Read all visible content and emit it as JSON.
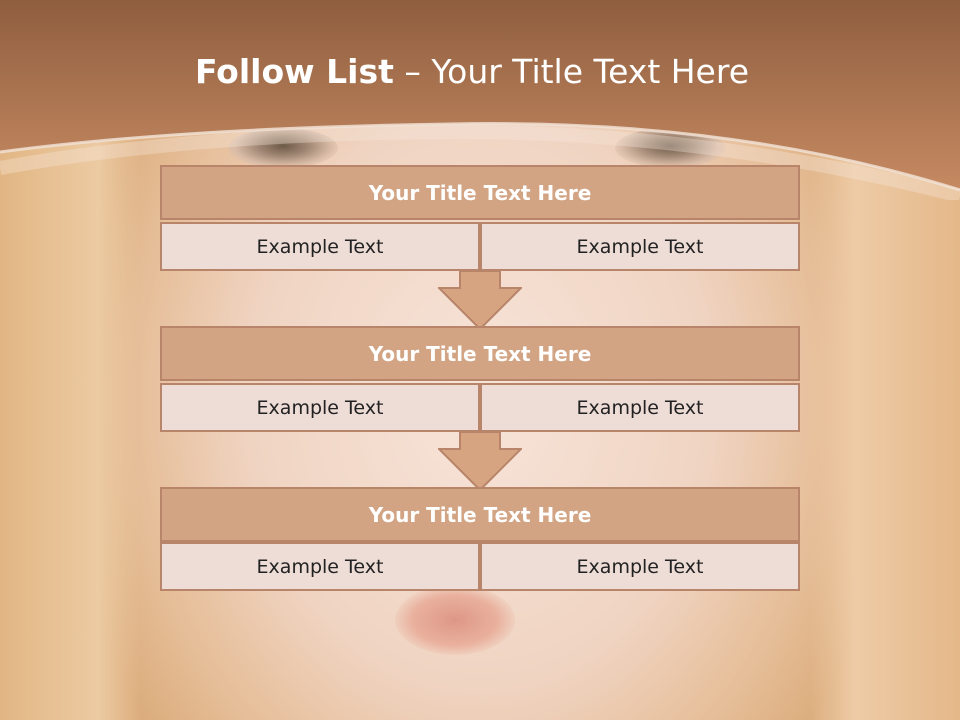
{
  "slide": {
    "title_bold": "Follow List",
    "title_rest": "– Your Title Text Here"
  },
  "steps": [
    {
      "title": "Your Title Text Here",
      "cells": [
        "Example Text",
        "Example Text"
      ]
    },
    {
      "title": "Your Title Text Here",
      "cells": [
        "Example Text",
        "Example Text"
      ]
    },
    {
      "title": "Your Title Text Here",
      "cells": [
        "Example Text",
        "Example Text"
      ]
    }
  ],
  "colors": {
    "header": "#b77b52",
    "box_title_fill": "#d2a483",
    "box_cell_fill": "#eedcd6",
    "border": "#b8846a",
    "arrow_fill": "#d7a482"
  }
}
